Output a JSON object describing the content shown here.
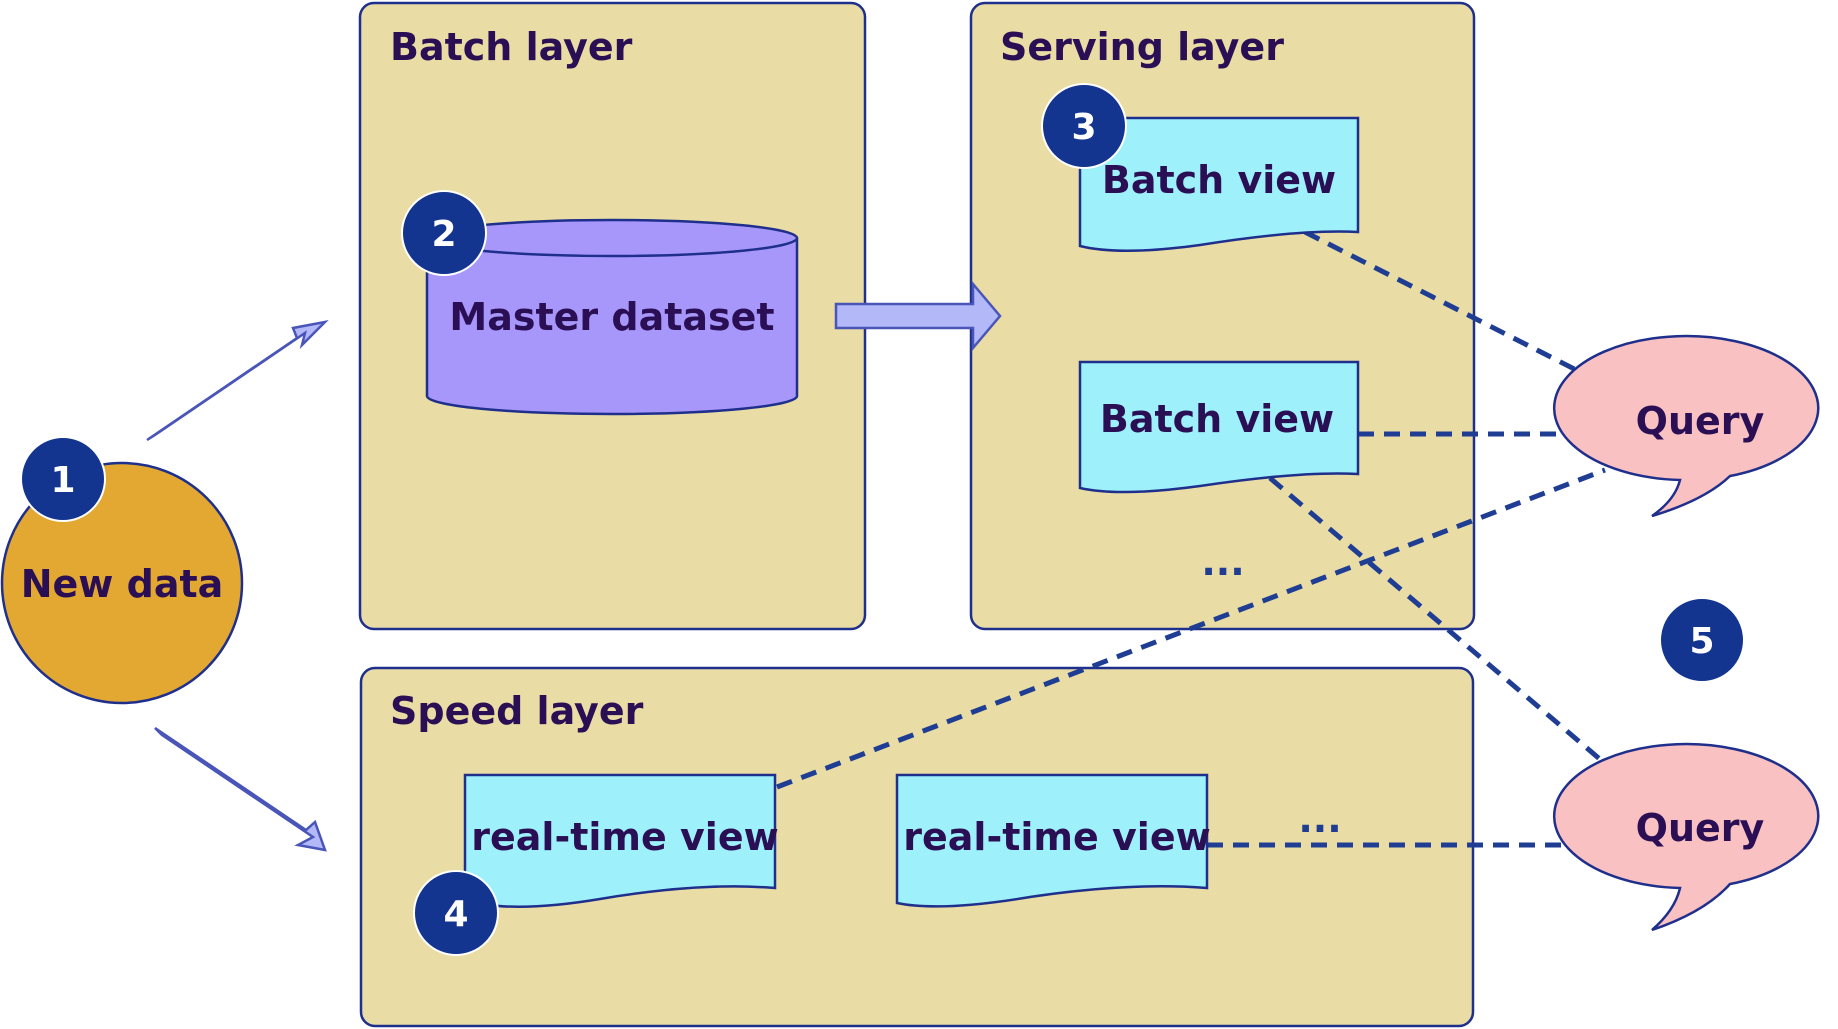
{
  "layers": {
    "batch": {
      "title": "Batch layer"
    },
    "serving": {
      "title": "Serving layer"
    },
    "speed": {
      "title": "Speed layer"
    }
  },
  "new_data": {
    "label": "New data",
    "color": "#e2a832"
  },
  "master_dataset": {
    "label": "Master dataset",
    "color": "#a897fb"
  },
  "batch_views": [
    {
      "label": "Batch view"
    },
    {
      "label": "Batch view"
    }
  ],
  "realtime_views": [
    {
      "label": "real-time view"
    },
    {
      "label": "real-time view"
    }
  ],
  "queries": [
    {
      "label": "Query"
    },
    {
      "label": "Query"
    }
  ],
  "ellipsis": "...",
  "badges": [
    "1",
    "2",
    "3",
    "4",
    "5"
  ],
  "colors": {
    "layer_fill": "#e9dca5",
    "view_fill": "#9ef0fb",
    "query_fill": "#f9c1c2",
    "badge_fill": "#13358f",
    "line": "#1f3e93"
  }
}
